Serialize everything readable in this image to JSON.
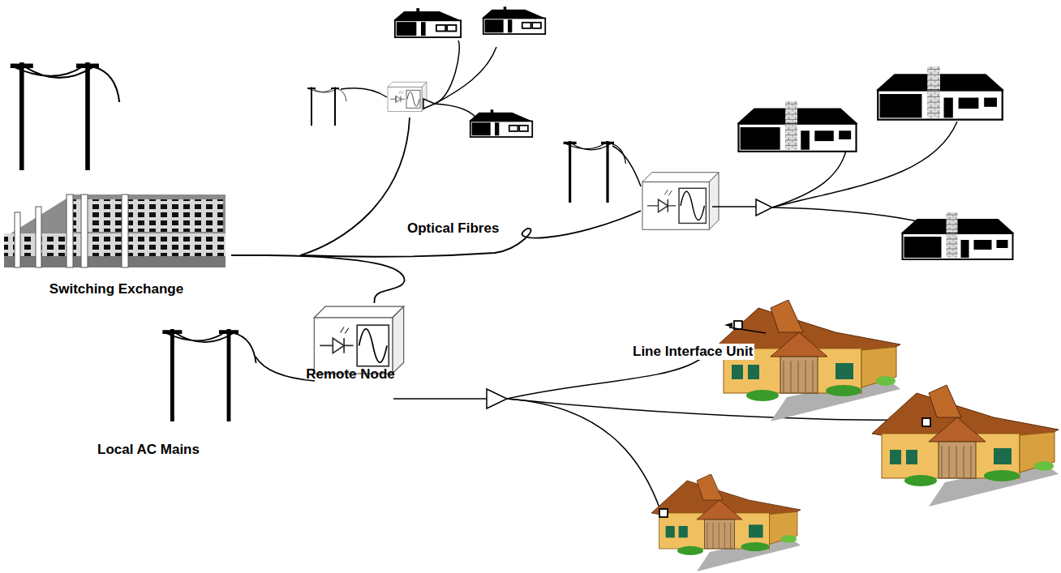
{
  "diagram": {
    "nodes": [
      {
        "text": [
          "Switching Exchange"
        ]
      },
      {
        "text": [
          "Remote Node"
        ]
      }
    ],
    "edges": [
      {
        "from": 0,
        "to": 1,
        "arrow": "none"
      }
    ],
    "labels": [
      "Optical Fibres",
      "Line Interface Unit",
      "Local AC Mains"
    ]
  }
}
